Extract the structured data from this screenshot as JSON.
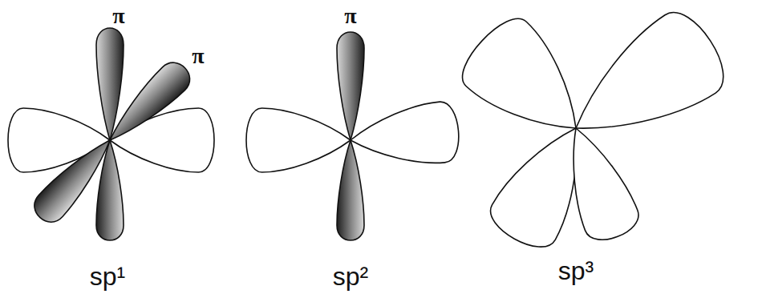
{
  "diagram": {
    "labels": [
      "π",
      "π",
      "sp¹",
      "π",
      "sp²",
      "sp³"
    ]
  }
}
